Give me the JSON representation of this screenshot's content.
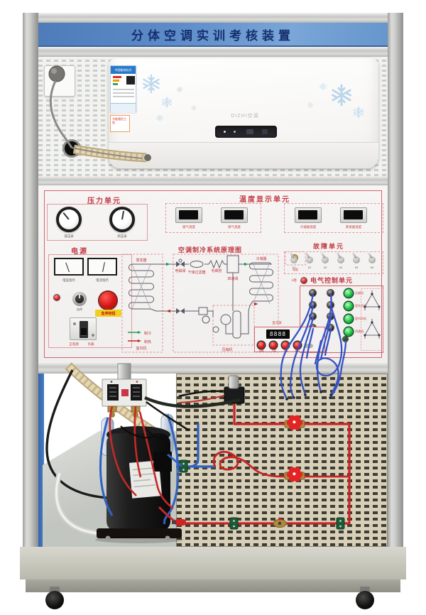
{
  "header": {
    "title": "分体空调实训考核装置"
  },
  "colors": {
    "title_blue": "#5d8cc8",
    "panel_red": "#c23a44",
    "pipe_red": "#cc2222",
    "pipe_blue": "#2f62c4",
    "led_green": "#30d457"
  },
  "ac": {
    "brand": "DIZHI空调",
    "energy_label": "中国能效标识",
    "sticker": "节能惠民工程"
  },
  "panel": {
    "pressure": {
      "title": "压力单元",
      "gauges": [
        {
          "label": "低压表"
        },
        {
          "label": "高压表"
        }
      ]
    },
    "temperature": {
      "title": "温度显示单元",
      "displays": [
        {
          "label": "吸气温度"
        },
        {
          "label": "排气温度"
        },
        {
          "label": "冷凝器温度"
        },
        {
          "label": "蒸发器温度"
        }
      ]
    },
    "power": {
      "title": "电源",
      "meters": [
        {
          "label": "电压指示"
        },
        {
          "label": "电流指示"
        }
      ],
      "knob_label": "启停",
      "estop_label": "急停按钮",
      "breaker_left": "正电源",
      "breaker_right": "负载"
    },
    "schematic": {
      "title": "空调制冷系统原理图",
      "labels": {
        "evaporator": "蒸发器",
        "indoor": "室内机",
        "solenoid": "电磁阀",
        "filter": "干燥过滤器",
        "capillary": "毛细管",
        "fourway": "四通阀",
        "condenser": "冷凝器",
        "outdoor": "室外机",
        "compressor": "压缩机",
        "legend_cool": "制冷",
        "legend_heat": "制热",
        "aux": "电容"
      }
    },
    "fault": {
      "title": "故障单元",
      "switches": [
        "K1",
        "K2",
        "K3",
        "K4",
        "K5",
        "K6"
      ]
    },
    "control": {
      "title": "电气控制单元",
      "phase_label": "1相",
      "leds": [
        {
          "label": "压缩机"
        },
        {
          "label": "室外风机"
        },
        {
          "label": "室内风机"
        },
        {
          "label": "四通阀"
        }
      ]
    },
    "controller": {
      "label": "显示屏",
      "value": "8888",
      "buttons": [
        "设置",
        "上调",
        "下调",
        "确认"
      ]
    }
  }
}
